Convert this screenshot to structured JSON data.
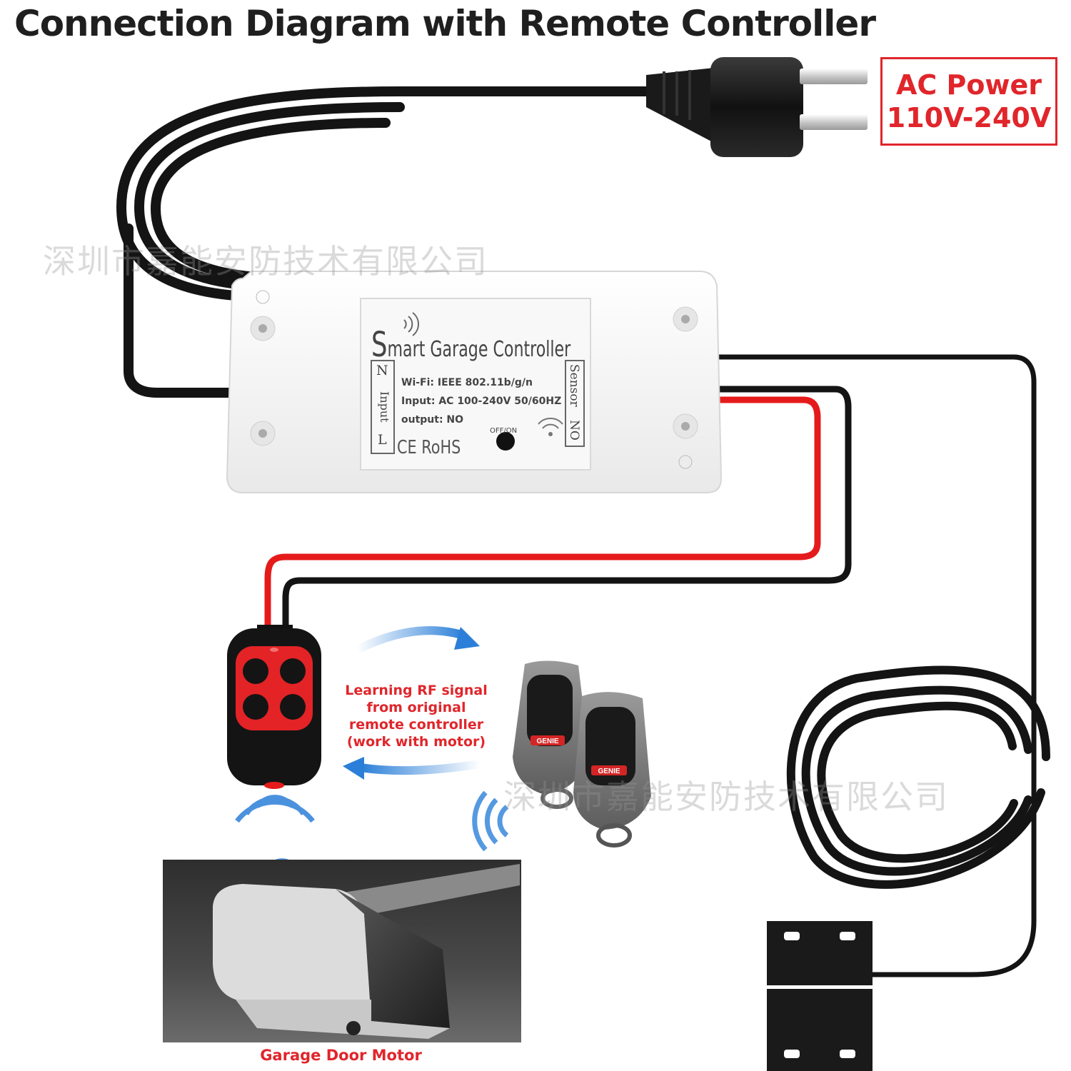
{
  "title": "Connection  Diagram with Remote Controller",
  "ac_power": {
    "line1": "AC Power",
    "line2": "110V-240V"
  },
  "watermark": "深圳市嘉能安防技术有限公司",
  "device": {
    "title_initial": "S",
    "title_rest": "mart Garage Controller",
    "wifi": "Wi-Fi: IEEE 802.11b/g/n",
    "input": "Input: AC 100-240V  50/60HZ",
    "output": "output:  NO",
    "cert": "CE RoHS",
    "button_label": "OFF/ON",
    "left_terminal": {
      "n": "N",
      "label": "Input",
      "l": "L"
    },
    "right_terminal": {
      "label": "Sensor",
      "no": "NO"
    }
  },
  "learning_text": [
    "Learning RF signal",
    "from original",
    "remote controller",
    "(work with motor)"
  ],
  "original_remote_brand": "GENIE",
  "motor_label": "Garage Door Motor",
  "colors": {
    "accent_red": "#e0262b",
    "cable_black": "#141414",
    "wire_red": "#e51b1b",
    "signal_blue": "#2b7fd8"
  }
}
